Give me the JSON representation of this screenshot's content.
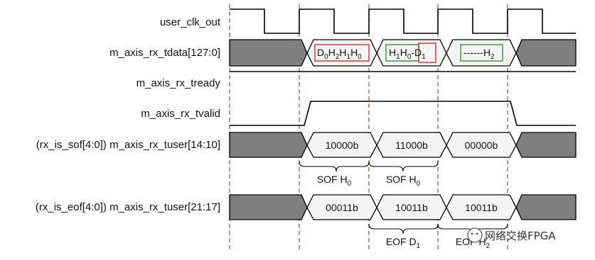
{
  "signals": [
    {
      "name": "user_clk_out"
    },
    {
      "name": "m_axis_rx_tdata[127:0]"
    },
    {
      "name": "m_axis_rx_tready"
    },
    {
      "name": "m_axis_rx_tvalid"
    },
    {
      "name": "(rx_is_sof[4:0]) m_axis_rx_tuser[14:10]"
    },
    {
      "name": "(rx_is_eof[4:0]) m_axis_rx_tuser[21:17]"
    }
  ],
  "tdata_beats": [
    {
      "main": "D",
      "parts": [
        [
          "D",
          "0"
        ],
        [
          "H",
          "2"
        ],
        [
          "H",
          "1"
        ],
        [
          "H",
          "0"
        ]
      ],
      "box_color": "#d42020"
    },
    {
      "parts": [
        [
          "H",
          "1"
        ],
        [
          "H",
          "0"
        ],
        [
          "-",
          ""
        ],
        [
          "D",
          "1"
        ]
      ],
      "box_color": "#2a8a2a",
      "eof_box_color": "#d42020"
    },
    {
      "parts": [
        [
          "------H",
          "2"
        ]
      ],
      "box_color": "#2a8a2a"
    }
  ],
  "sof_values": [
    "10000b",
    "11000b",
    "00000b"
  ],
  "eof_values": [
    "00011b",
    "10011b",
    "10011b"
  ],
  "sof_annotations": [
    [
      "SOF H",
      "0"
    ],
    [
      "SOF H",
      "0"
    ]
  ],
  "eof_annotations": [
    [
      "EOF D",
      "1"
    ],
    [
      "EOF H",
      "2"
    ]
  ],
  "watermark": "网络交换FPGA",
  "colors": {
    "bus_fill": "#7f7f7f",
    "beat_fill": "#f4f4f4",
    "guide": "#b0625a",
    "line": "#000000"
  }
}
